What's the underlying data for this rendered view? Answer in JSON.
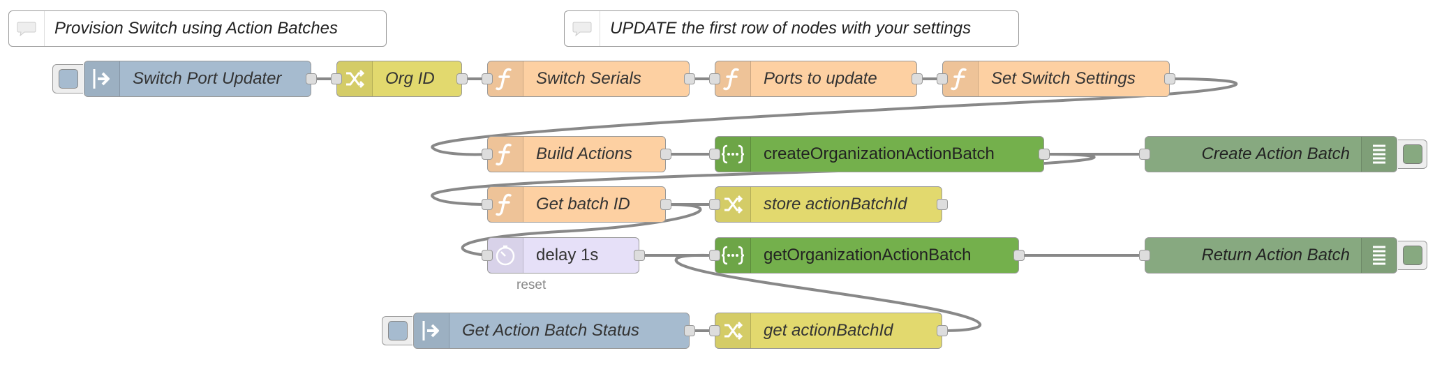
{
  "comments": {
    "title": "Provision Switch using Action Batches",
    "note": "UPDATE the first row of nodes with your settings"
  },
  "nodes": {
    "switch_port_updater": "Switch Port Updater",
    "org_id": "Org ID",
    "switch_serials": "Switch Serials",
    "ports_to_update": "Ports to update",
    "set_switch_settings": "Set Switch Settings",
    "build_actions": "Build Actions",
    "create_org_action_batch": "createOrganizationActionBatch",
    "create_action_batch": "Create Action Batch",
    "get_batch_id": "Get batch ID",
    "store_action_batch_id": "store actionBatchId",
    "delay": "delay 1s",
    "delay_status": "reset",
    "get_org_action_batch": "getOrganizationActionBatch",
    "return_action_batch": "Return Action Batch",
    "get_action_batch_status": "Get Action Batch Status",
    "get_action_batch_id": "get actionBatchId"
  },
  "colors": {
    "inject": "#a6bbcf",
    "change": "#e2d96e",
    "function": "#fdd0a2",
    "api": "#74b04c",
    "delay": "#e6e0f8",
    "debug": "#87a980",
    "wire": "#888888"
  },
  "icons": {
    "comment": "speech-bubble-icon",
    "inject": "arrow-in-icon",
    "change": "shuffle-icon",
    "function": "function-icon",
    "api": "braces-icon",
    "delay": "timer-icon",
    "debug": "list-icon"
  }
}
